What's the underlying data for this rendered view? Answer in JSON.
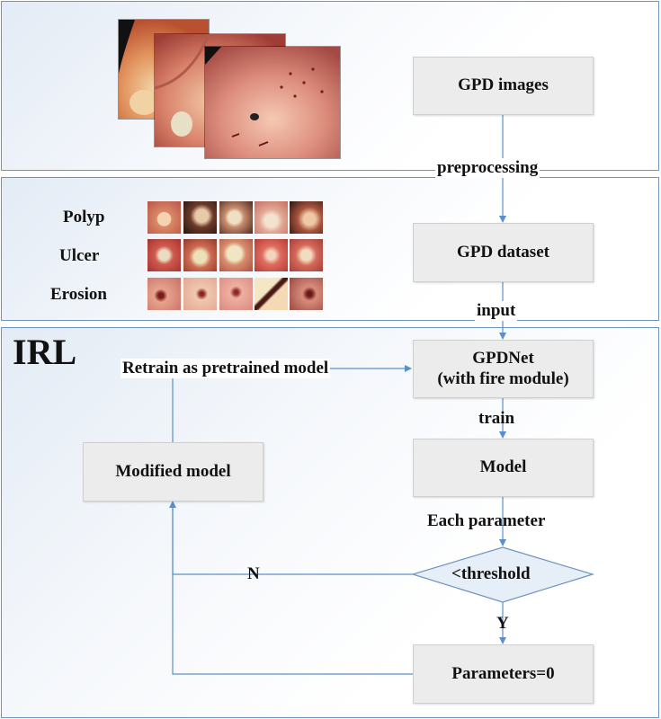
{
  "panels": {
    "irl_title": "IRL"
  },
  "boxes": {
    "gpd_images": "GPD images",
    "gpd_dataset": "GPD dataset",
    "gpdnet_line1": "GPDNet",
    "gpdnet_line2": "(with fire module)",
    "model": "Model",
    "threshold": "<threshold",
    "parameters_zero": "Parameters=0",
    "modified_model": "Modified model"
  },
  "edges": {
    "preprocessing": "preprocessing",
    "input": "input",
    "train": "train",
    "each_parameter": "Each parameter",
    "yes": "Y",
    "no": "N",
    "retrain": "Retrain as pretrained model"
  },
  "categories": [
    "Polyp",
    "Ulcer",
    "Erosion"
  ],
  "colors": {
    "panel_border": "#6f94bf",
    "arrow": "#5b8fcc",
    "box_fill": "#ececec",
    "diamond_fill": "#e6eef8",
    "diamond_stroke": "#6f94bf"
  }
}
